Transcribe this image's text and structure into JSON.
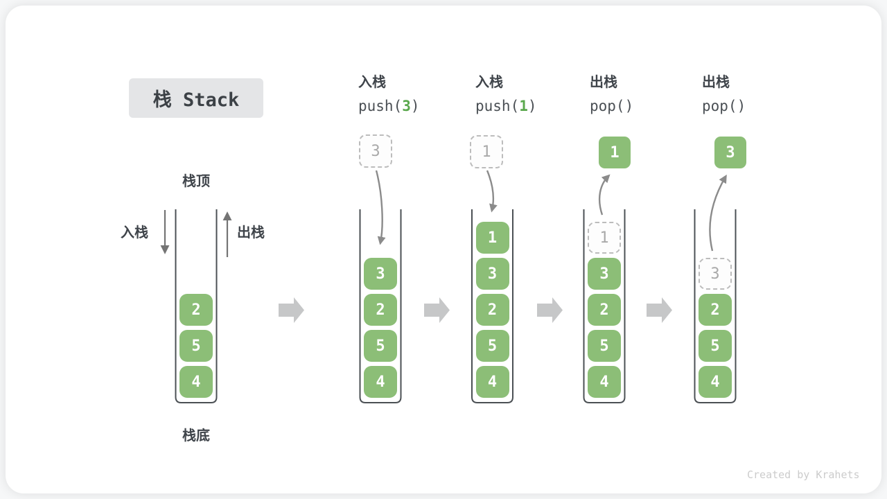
{
  "title": "栈 Stack",
  "watermark": "Created by Krahets",
  "labels": {
    "stack_top": "栈顶",
    "stack_bottom": "栈底",
    "push_side": "入栈",
    "pop_side": "出栈"
  },
  "operations": [
    {
      "label": "入栈",
      "code_pre": "push(",
      "code_arg": "3",
      "code_post": ")"
    },
    {
      "label": "入栈",
      "code_pre": "push(",
      "code_arg": "1",
      "code_post": ")"
    },
    {
      "label": "出栈",
      "code_pre": "pop(",
      "code_arg": "",
      "code_post": ")"
    },
    {
      "label": "出栈",
      "code_pre": "pop(",
      "code_arg": "",
      "code_post": ")"
    }
  ],
  "stages": [
    {
      "items": [
        "4",
        "5",
        "2"
      ]
    },
    {
      "items": [
        "4",
        "5",
        "2",
        "3"
      ],
      "incoming": "3"
    },
    {
      "items": [
        "4",
        "5",
        "2",
        "3",
        "1"
      ],
      "incoming": "1"
    },
    {
      "items": [
        "4",
        "5",
        "2",
        "3"
      ],
      "ghost": "1",
      "outgoing": "1"
    },
    {
      "items": [
        "4",
        "5",
        "2"
      ],
      "ghost": "3",
      "outgoing": "3"
    }
  ],
  "colors": {
    "item_green": "#8cbe77",
    "code_accent_green": "#5aa84d",
    "ghost_gray": "#a9a9a9",
    "dashed_border": "#bcbcbc",
    "curve_arrow_gray": "#8b8b8b",
    "block_arrow_gray": "#c6c7c8",
    "container_wall": "#4b5054",
    "title_bg": "#e4e5e7",
    "text_dark": "#3c4146",
    "watermark_gray": "#cccccc"
  }
}
